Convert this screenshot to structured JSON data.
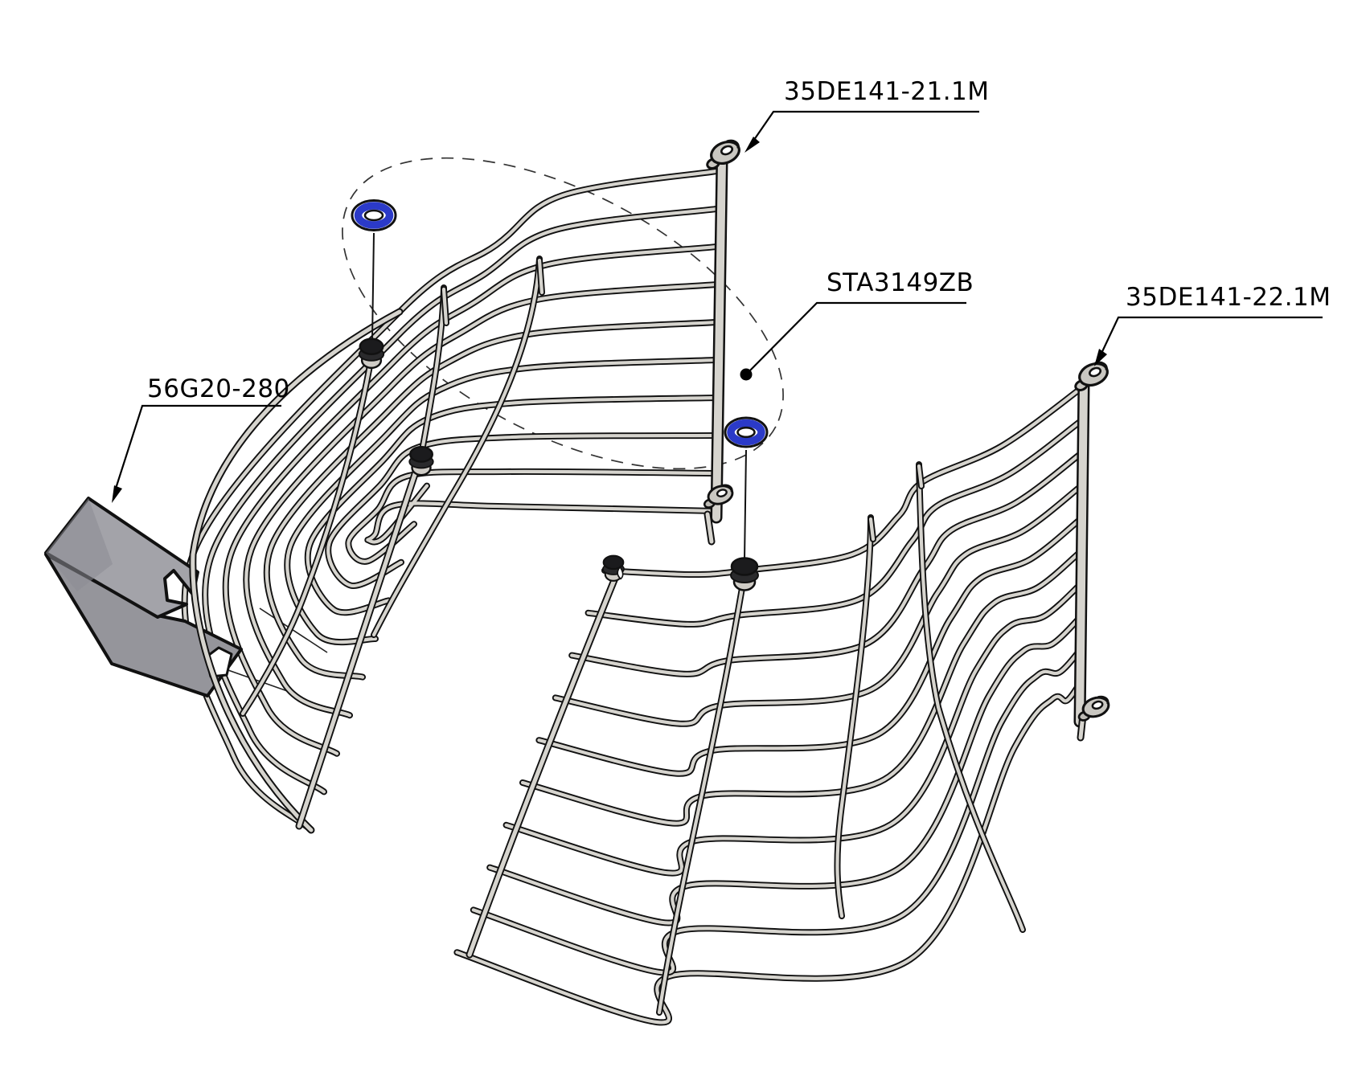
{
  "diagram": {
    "type": "exploded-parts-diagram",
    "background": "#ffffff",
    "labels": {
      "upper_guard_half": "35DE141-21.1M",
      "grommet": "STA3149ZB",
      "lower_guard_half": "35DE141-22.1M",
      "bracket": "56G20-280"
    },
    "parts": [
      {
        "id": "upper-guard-half",
        "label": "35DE141-21.1M"
      },
      {
        "id": "grommet-o-ring",
        "label": "STA3149ZB"
      },
      {
        "id": "lower-guard-half",
        "label": "35DE141-22.1M"
      },
      {
        "id": "mounting-bracket",
        "label": "56G20-280"
      }
    ],
    "colors": {
      "outline": "#111111",
      "wire_fill": "#d6d4ce",
      "bracket_top": "#a3a3a9",
      "bracket_front": "#95959b",
      "oring_blue": "#2b3ac8",
      "cap_black": "#1b1b1d",
      "label_text": "#000000"
    },
    "icons": {
      "phantom_circle": "dashed-ellipse",
      "leader_dot": "filled-circle",
      "leader_arrow": "solid-arrowhead"
    }
  }
}
